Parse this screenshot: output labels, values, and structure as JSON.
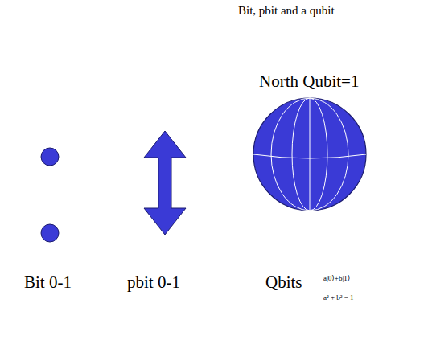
{
  "diagram": {
    "title": "Bit, pbit and a qubit",
    "labels": [
      "North Qubit=1",
      "Bit 0-1",
      "pbit 0-1",
      "Qbits",
      "a|0⟩+b|1⟩",
      "a² + b² = 1"
    ]
  }
}
